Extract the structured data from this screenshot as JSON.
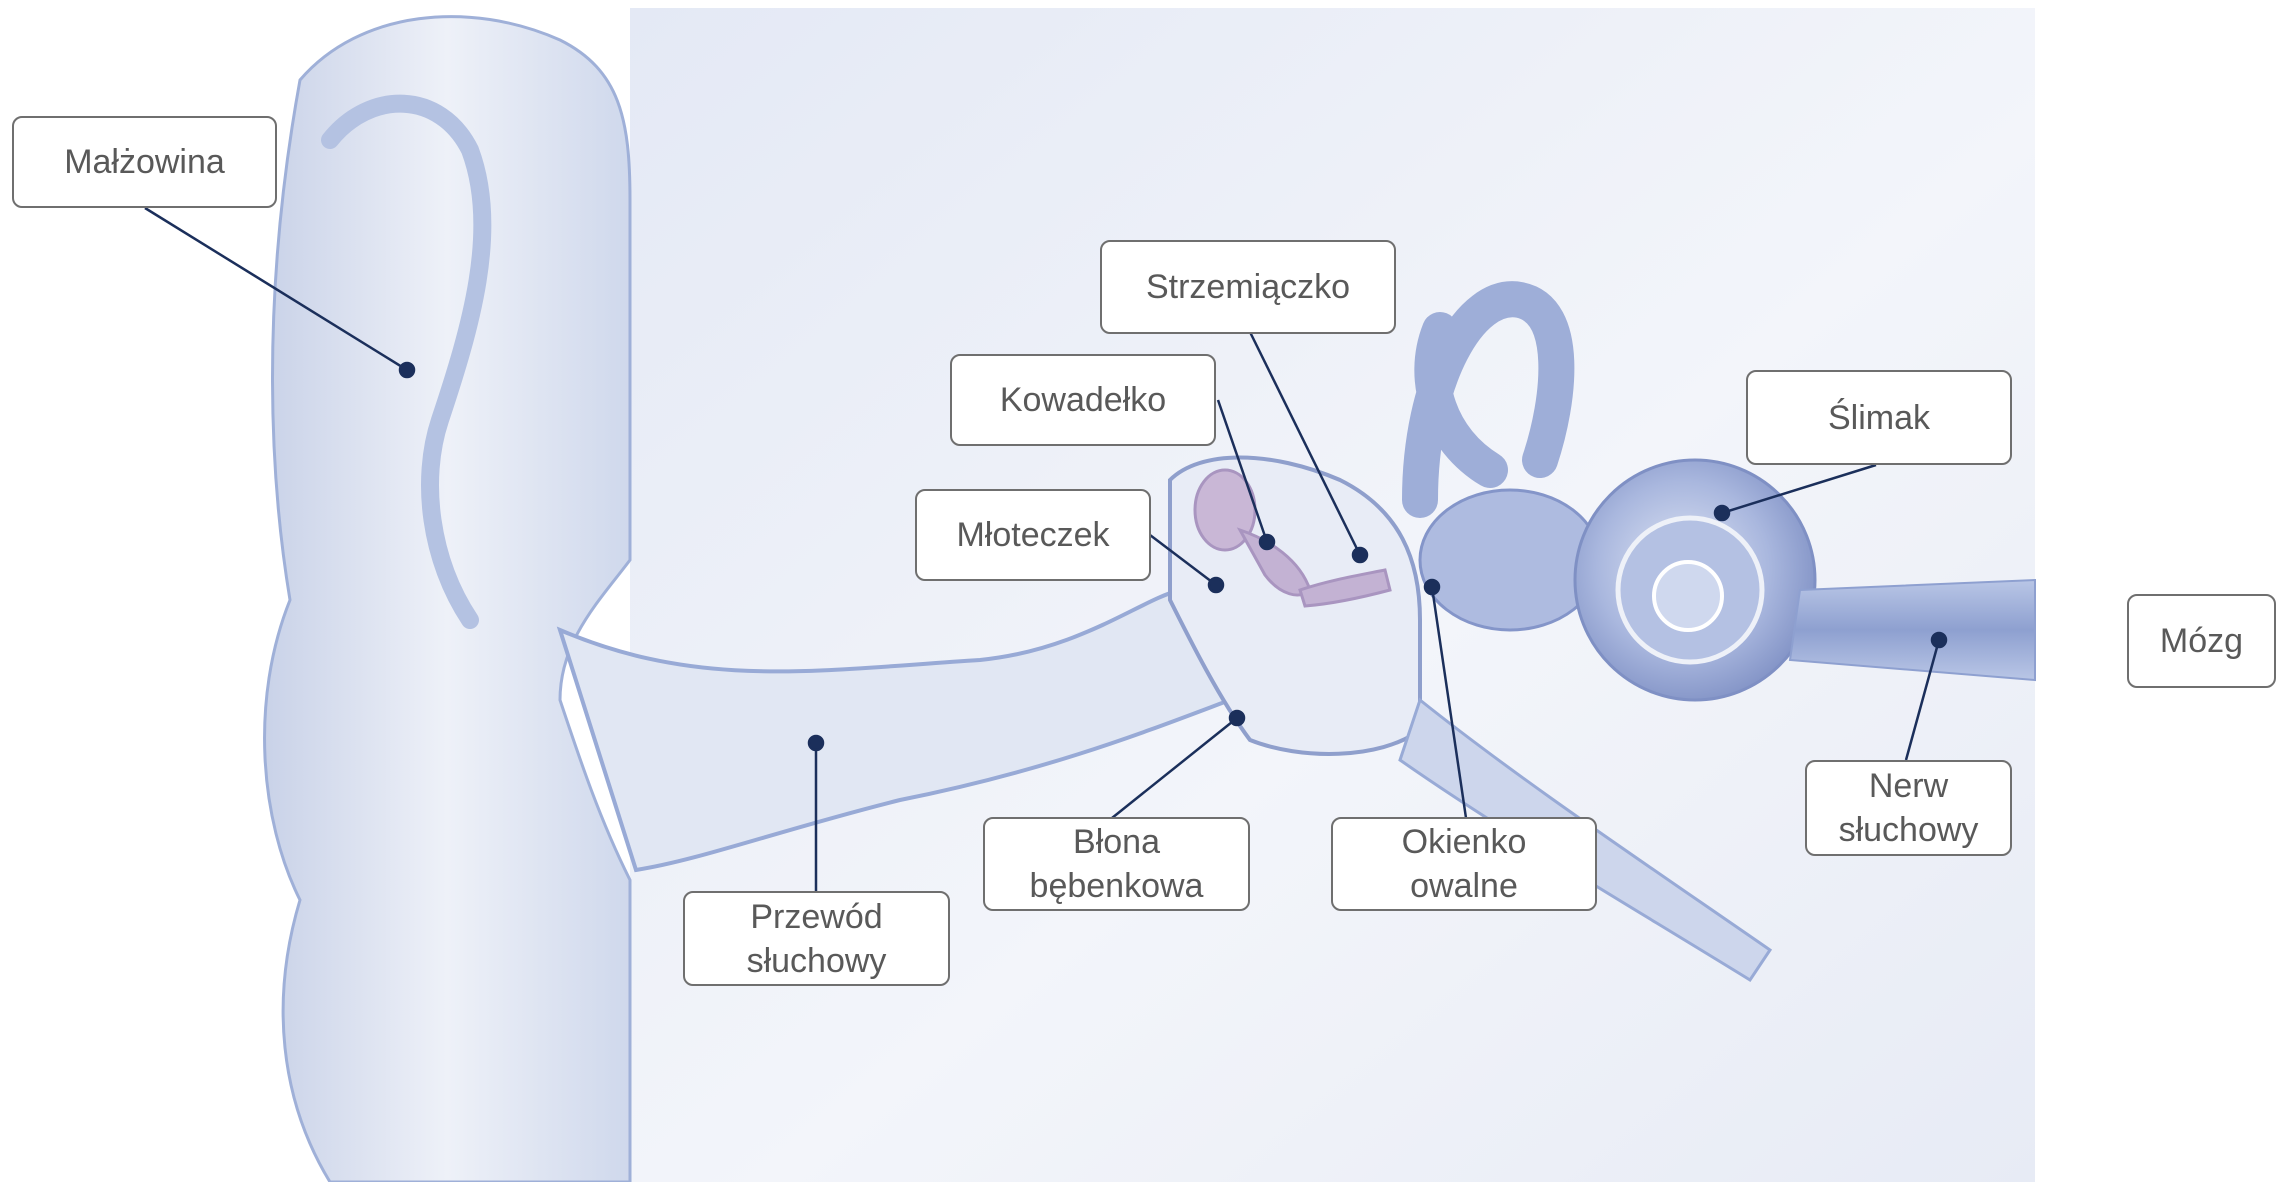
{
  "labels": {
    "malzowina": "Małżowina",
    "strzemiaczko": "Strzemiączko",
    "kowadelko": "Kowadełko",
    "mloteczek": "Młoteczek",
    "slimak": "Ślimak",
    "mozg": "Mózg",
    "nerw_l1": "Nerw",
    "nerw_l2": "słuchowy",
    "blona_l1": "Błona",
    "blona_l2": "bębenkowa",
    "okienko_l1": "Okienko",
    "okienko_l2": "owalne",
    "przewod_l1": "Przewód",
    "przewod_l2": "słuchowy"
  },
  "colors": {
    "leader": "#1b2f5b",
    "label_border": "#6f6f6f",
    "label_text": "#595959",
    "tissue": "#d6deee",
    "tissue_edge": "#98aad6",
    "cochlea": "#9eaed8"
  }
}
